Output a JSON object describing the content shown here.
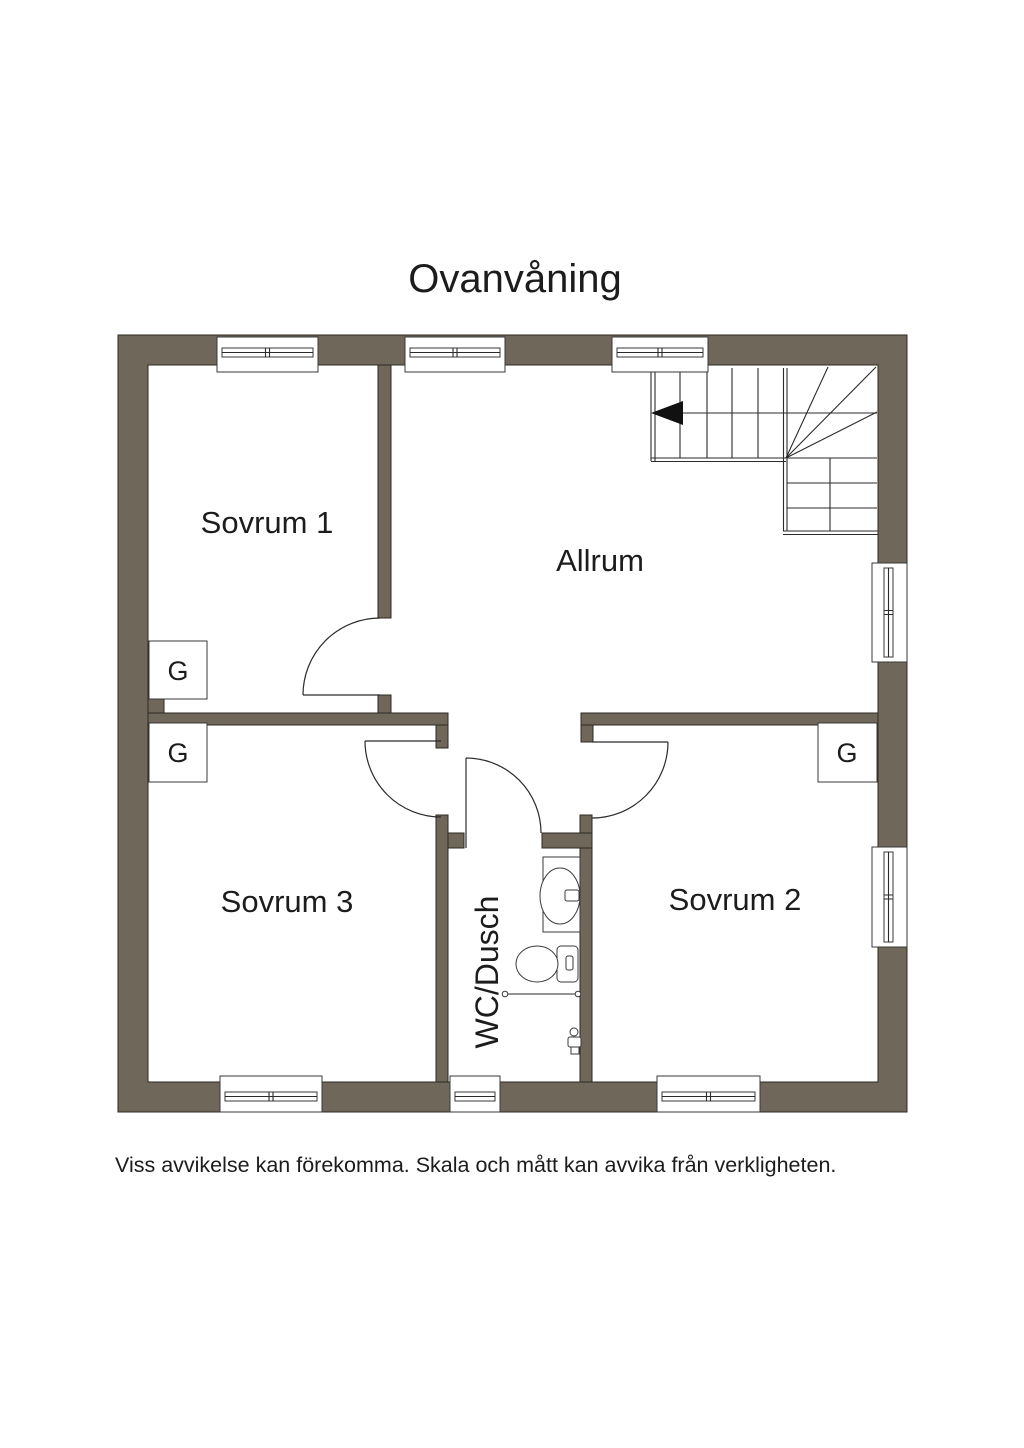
{
  "title": "Ovanvåning",
  "disclaimer": "Viss avvikelse kan förekomma. Skala och mått kan avvika från verkligheten.",
  "floor_plan": {
    "rooms": [
      {
        "name": "Sovrum 1"
      },
      {
        "name": "Allrum"
      },
      {
        "name": "Sovrum 3"
      },
      {
        "name": "Sovrum 2"
      },
      {
        "name": "WC/Dusch"
      }
    ],
    "closet_label": "G",
    "colors": {
      "wall": "#6f675a",
      "line": "#2b2b2b",
      "text": "#1c1c1c",
      "background": "#ffffff"
    }
  }
}
